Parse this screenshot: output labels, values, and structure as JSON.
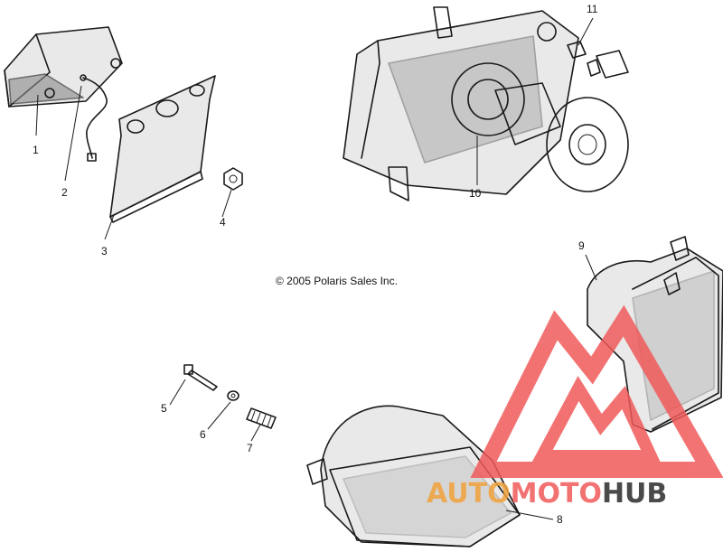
{
  "copyright": "© 2005 Polaris Sales Inc.",
  "watermark": {
    "part_auto": "AUTO",
    "part_moto": "MOTO",
    "part_hub": "HUB",
    "color_primary": "#f05a5a",
    "color_secondary": "#f2a23a",
    "color_dark": "#2b2b2b"
  },
  "callouts": [
    {
      "id": "1",
      "label": "1"
    },
    {
      "id": "2",
      "label": "2"
    },
    {
      "id": "3",
      "label": "3"
    },
    {
      "id": "4",
      "label": "4"
    },
    {
      "id": "5",
      "label": "5"
    },
    {
      "id": "6",
      "label": "6"
    },
    {
      "id": "7",
      "label": "7"
    },
    {
      "id": "8",
      "label": "8"
    },
    {
      "id": "9",
      "label": "9"
    },
    {
      "id": "10",
      "label": "10"
    },
    {
      "id": "11",
      "label": "11"
    }
  ]
}
